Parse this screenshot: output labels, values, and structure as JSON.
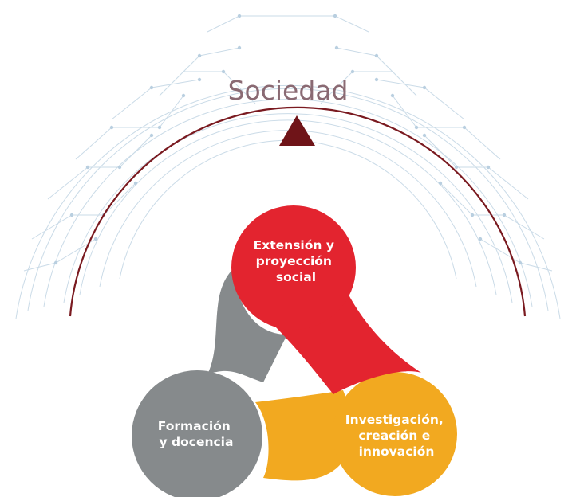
{
  "title": "Sociedad",
  "colors": {
    "title": "#8a6a73",
    "arc": "#7a1a20",
    "triangle": "#6f1418",
    "circuit": "#b9cfe0",
    "red": "#e3242f",
    "gray": "#868a8c",
    "yellow": "#f2a920"
  },
  "nodes": {
    "extension": {
      "lines": [
        "Extensión y",
        "proyección",
        "social"
      ]
    },
    "formacion": {
      "lines": [
        "Formación",
        "y docencia"
      ]
    },
    "investigacion": {
      "lines": [
        "Investigación,",
        "creación e",
        "innovación"
      ]
    }
  }
}
